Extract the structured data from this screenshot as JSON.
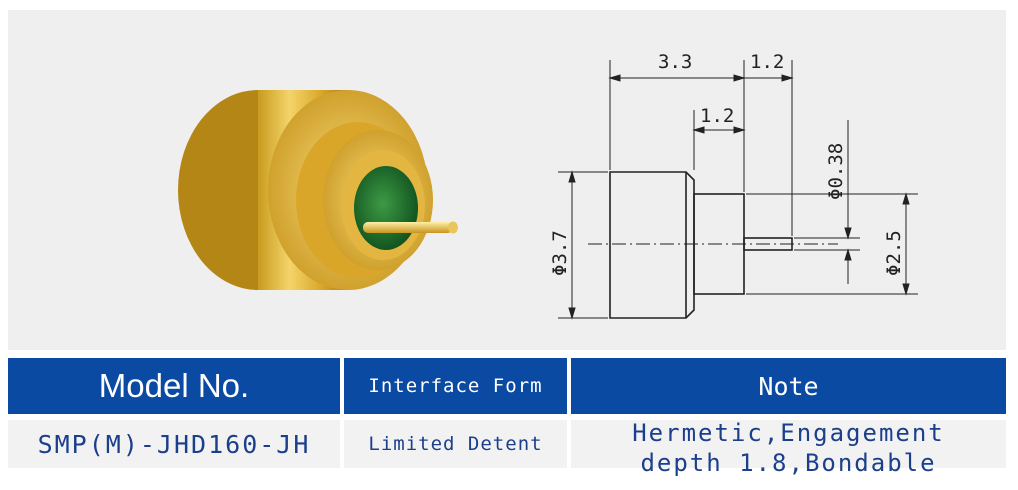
{
  "drawing": {
    "dim_total_length": "3.3",
    "dim_pin_length": "1.2",
    "dim_step_length": "1.2",
    "dim_pin_diameter": "Φ0.38",
    "dim_body_diameter": "Φ3.7",
    "dim_step_diameter": "Φ2.5"
  },
  "table": {
    "headers": {
      "model": "Model No.",
      "interface": "Interface Form",
      "note": "Note"
    },
    "row": {
      "model": "SMP(M)-JHD160-JH",
      "interface": "Limited Detent",
      "note": "Hermetic,Engagement depth 1.8,Bondable"
    }
  },
  "colors": {
    "header_bg": "#0a4aa3",
    "cell_bg": "#f2f2f2",
    "cell_text": "#1c3f8c",
    "panel_bg": "#efefef"
  }
}
